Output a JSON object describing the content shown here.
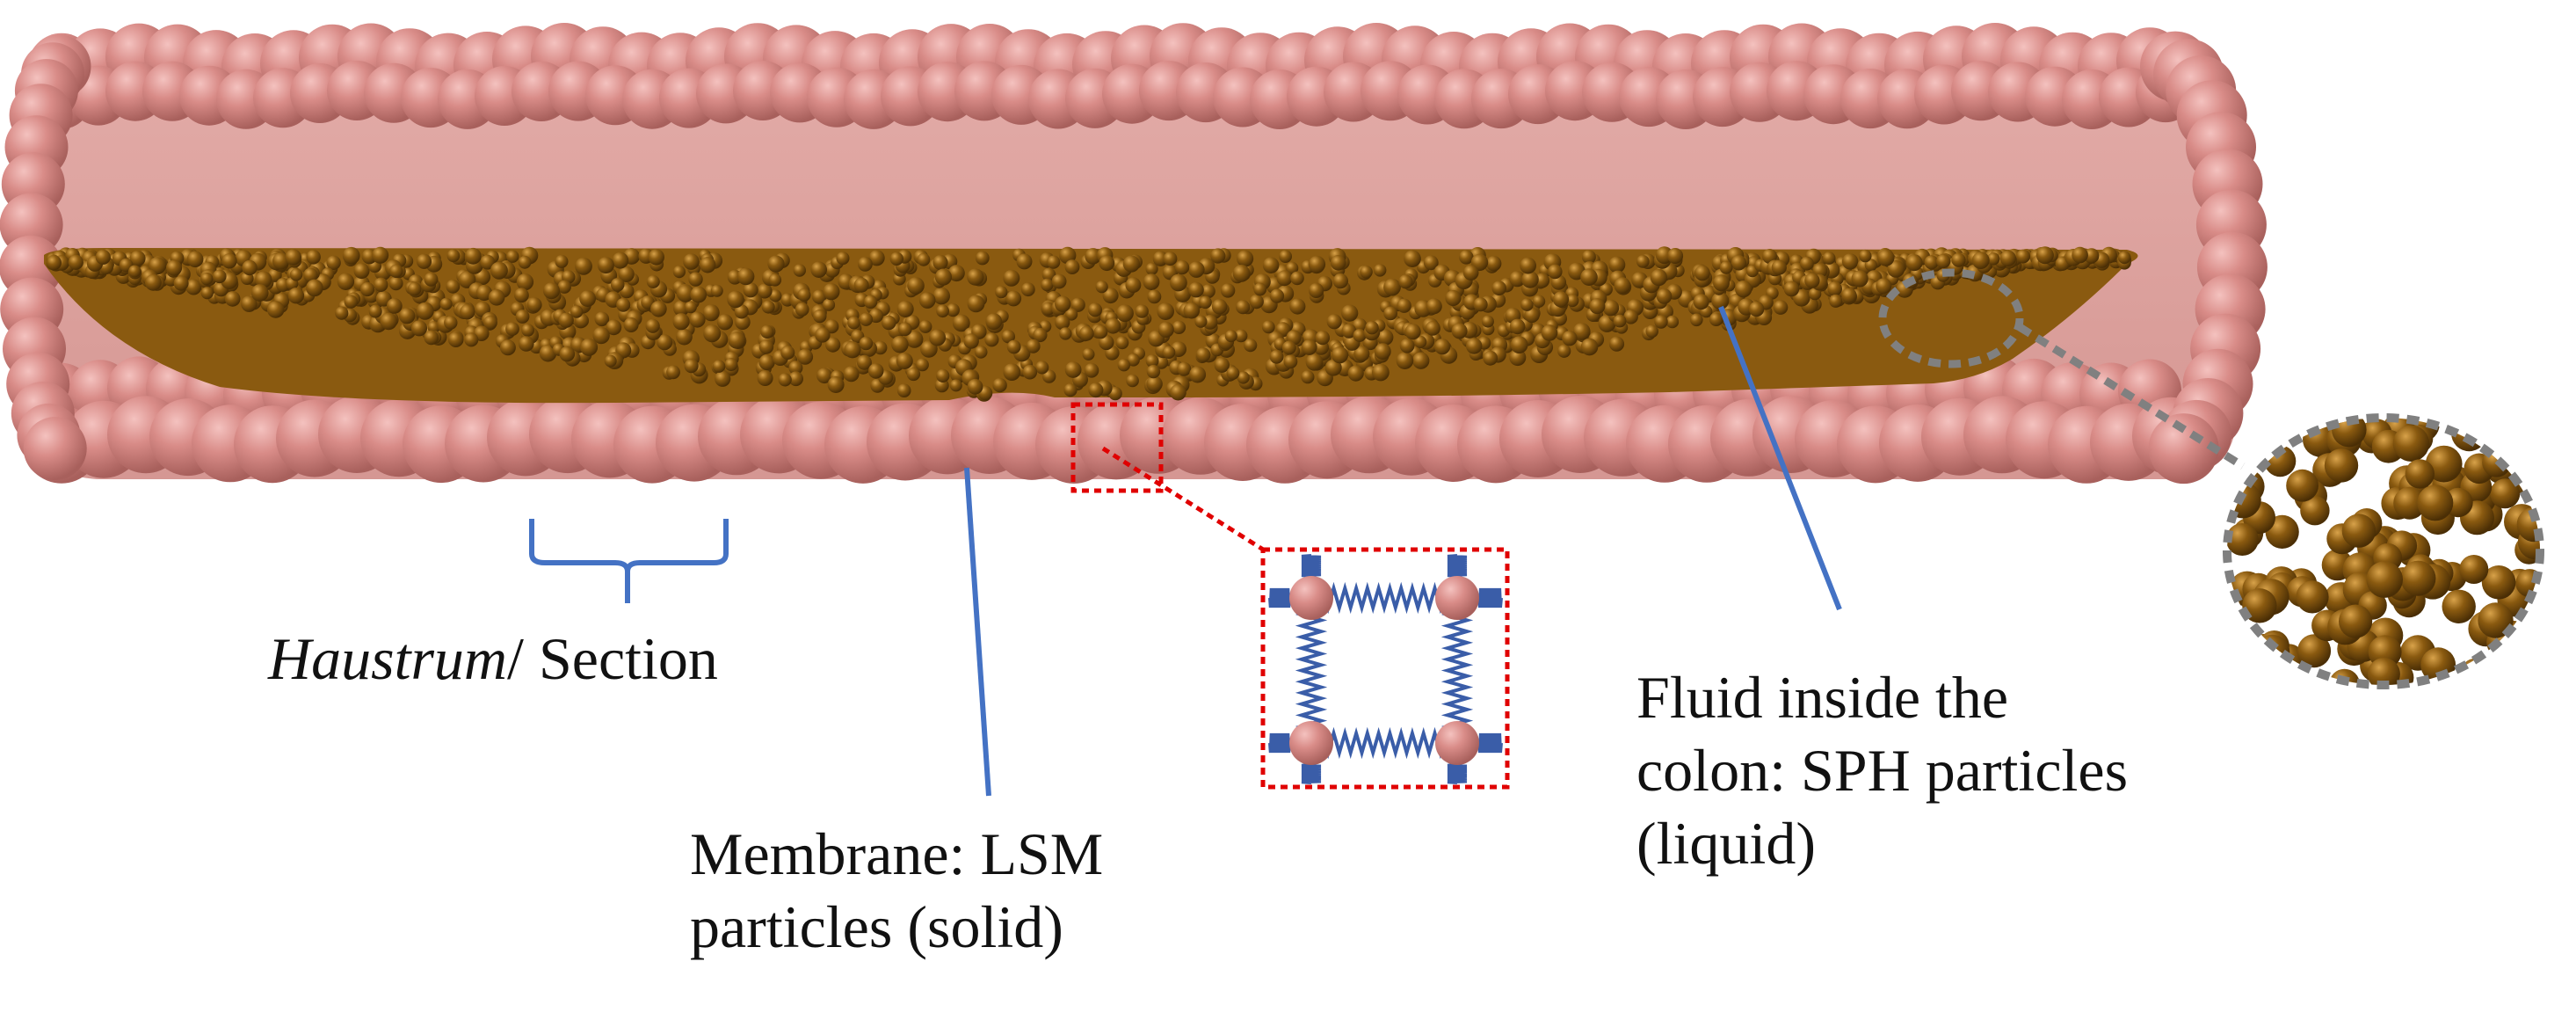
{
  "labels": {
    "haustrum": {
      "italic": "Haustrum",
      "rest": "/ Section"
    },
    "membrane": {
      "line1": "Membrane: LSM",
      "line2": "particles (solid)"
    },
    "fluid": {
      "line1": "Fluid inside the",
      "line2": "colon: SPH particles",
      "line3": "(liquid)"
    }
  },
  "colors": {
    "membrane": "#d98c88",
    "membrane_dark": "#b9706c",
    "fluid": "#8a5a10",
    "pointer": "#4472c4",
    "highlight_box": "#e00000",
    "zoom_outline": "#808080",
    "spring": "#3a5da8"
  }
}
